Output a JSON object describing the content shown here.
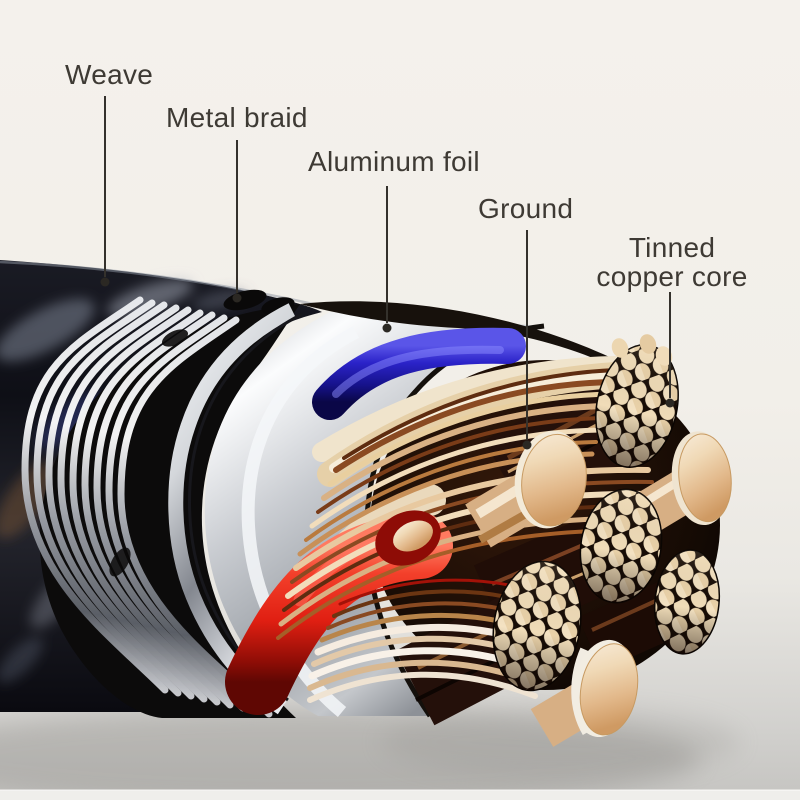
{
  "page": {
    "type": "product-structure-diagram",
    "subject": "Braided shielded cable cross-section"
  },
  "labels": {
    "weave": "Weave",
    "metal_braid": "Metal braid",
    "aluminum_foil": "Aluminum foil",
    "ground": "Ground",
    "tinned_copper_core": "Tinned copper core"
  },
  "colors": {
    "background_top": "#f4f1ec",
    "background_bottom": "#c9c8c5",
    "label_text": "#3e3a34",
    "leader_line": "#33302b",
    "weave_jacket": "#15161d",
    "metal_braid_silver": "#d9dbe0",
    "aluminum_foil_silver": "#c9ccd1",
    "insulation_blue": "#2b23c9",
    "insulation_red": "#e01f12",
    "copper_strand": "#e8c9a0",
    "tinned_strand": "#f0dcb8",
    "bundle_core_dark": "#170c05",
    "bare_ground_wire": "#eccfa8"
  }
}
